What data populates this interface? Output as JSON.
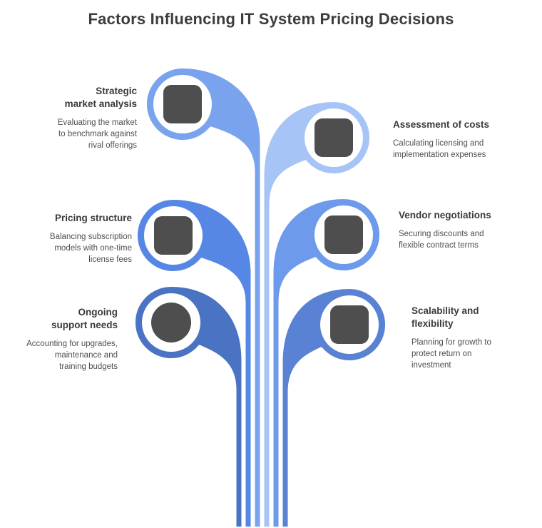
{
  "title": "Factors Influencing IT System Pricing Decisions",
  "colors": {
    "title_text": "#3d3d3d",
    "heading_text": "#3a3a3a",
    "description_text": "#4f4f4f",
    "icon_gray": "#4e4e4e",
    "inner_circle": "#ffffff",
    "background": "#ffffff"
  },
  "branches": [
    {
      "id": "top-left",
      "side": "left",
      "color": "#7aa3ee",
      "icon": "blurred-icon",
      "heading": "Strategic\nmarket analysis",
      "description": "Evaluating the market\nto benchmark against\nrival offerings"
    },
    {
      "id": "top-right",
      "side": "right",
      "color": "#a7c4f6",
      "icon": "blurred-icon",
      "heading": "Assessment of costs",
      "description": "Calculating licensing and\nimplementation expenses"
    },
    {
      "id": "middle-left",
      "side": "left",
      "color": "#5787e4",
      "icon": "blurred-icon",
      "heading": "Pricing structure",
      "description": "Balancing subscription\nmodels with one-time\nlicense fees"
    },
    {
      "id": "middle-right",
      "side": "right",
      "color": "#6e9aec",
      "icon": "blurred-icon",
      "heading": "Vendor negotiations",
      "description": "Securing discounts and\nflexible contract terms"
    },
    {
      "id": "bottom-left",
      "side": "left",
      "color": "#4a73c4",
      "icon": "blurred-icon",
      "heading": "Ongoing\nsupport needs",
      "description": "Accounting for upgrades,\nmaintenance and\ntraining budgets"
    },
    {
      "id": "bottom-right",
      "side": "right",
      "color": "#5a82d4",
      "icon": "blurred-icon",
      "heading": "Scalability and\nflexibility",
      "description": "Planning for growth to\nprotect return on\ninvestment"
    }
  ]
}
